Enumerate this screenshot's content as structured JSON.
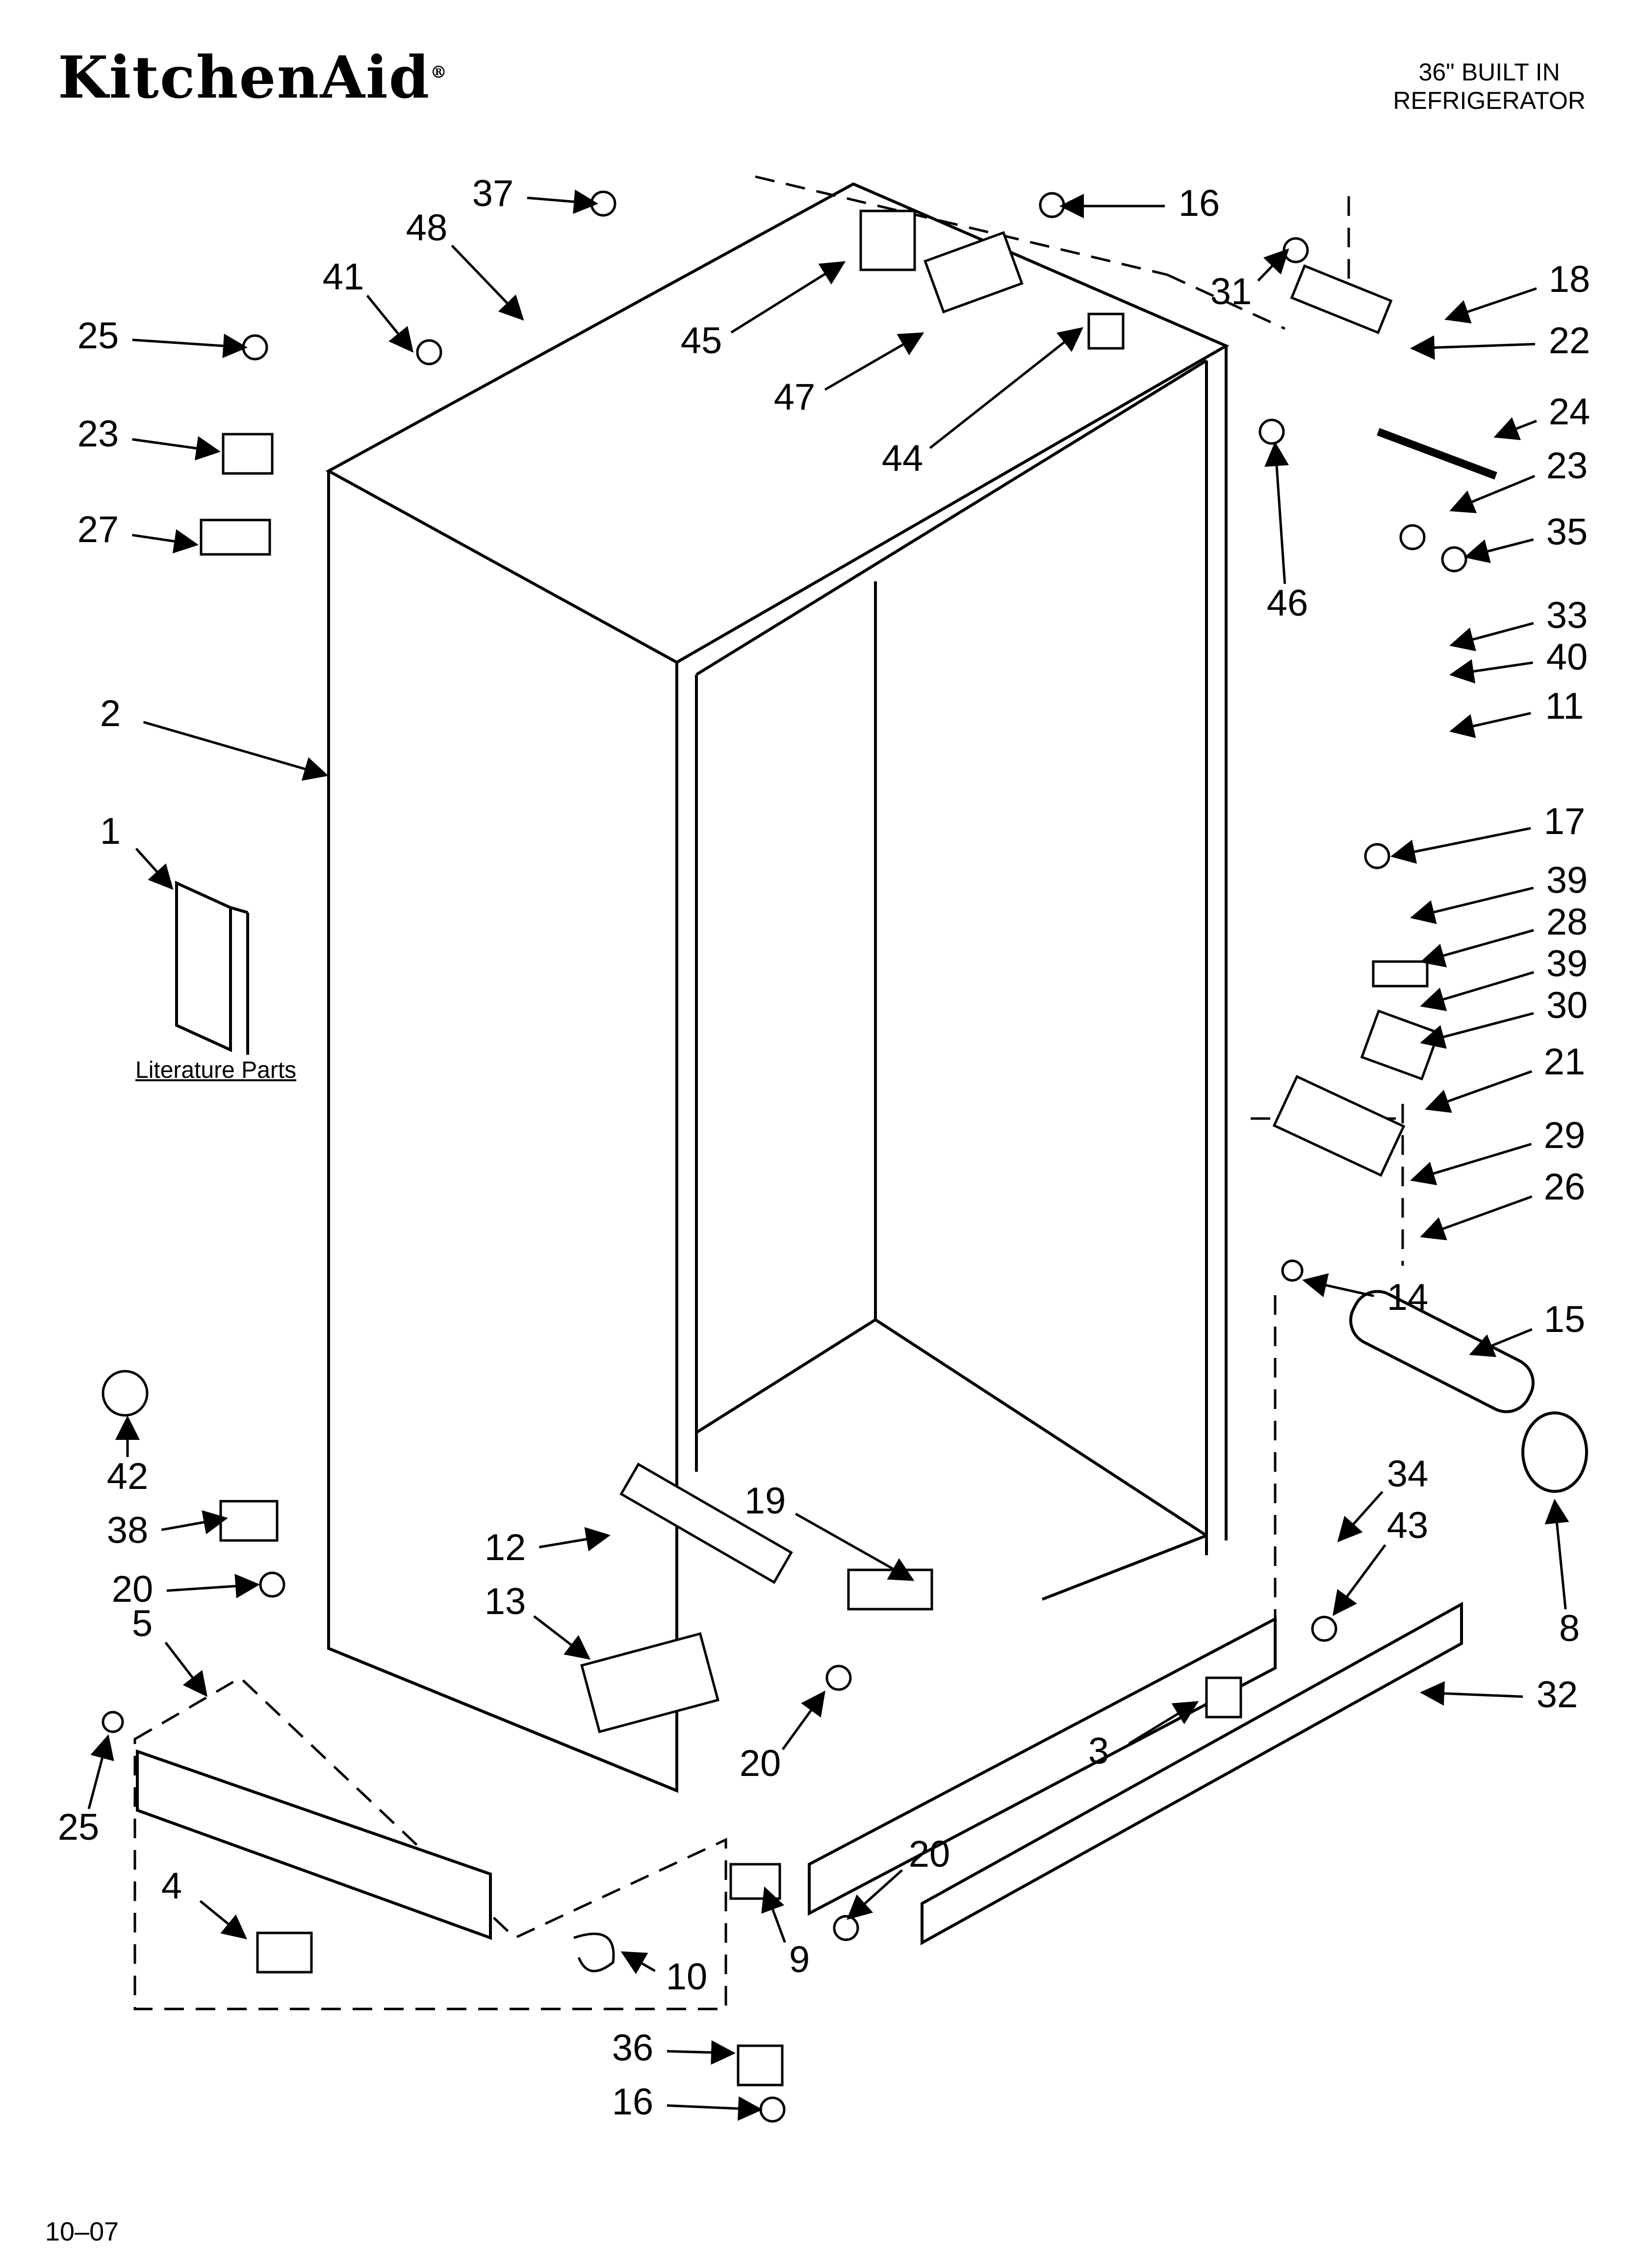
{
  "header": {
    "brand": "KitchenAid",
    "brand_mark": "®",
    "model_line1": "36\" BUILT IN",
    "model_line2": "REFRIGERATOR"
  },
  "literature_caption": "Literature Parts",
  "footer": {
    "date_code": "10–07"
  },
  "callouts": [
    "37",
    "48",
    "41",
    "25",
    "23",
    "27",
    "2",
    "1",
    "45",
    "47",
    "44",
    "16",
    "31",
    "18",
    "22",
    "24",
    "23",
    "35",
    "33",
    "40",
    "11",
    "46",
    "17",
    "39",
    "28",
    "39",
    "30",
    "21",
    "29",
    "26",
    "14",
    "15",
    "8",
    "42",
    "38",
    "20",
    "5",
    "25",
    "4",
    "10",
    "36",
    "16",
    "12",
    "13",
    "19",
    "20",
    "3",
    "32",
    "34",
    "43",
    "20",
    "9"
  ]
}
